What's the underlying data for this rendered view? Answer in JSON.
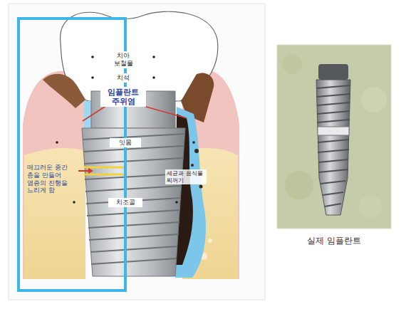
{
  "diagram": {
    "caption": "실제 임플란트",
    "labels": [
      "치아 보철물",
      "치석",
      "임플란트 주위염",
      "잇몸",
      "매끄러운 중간 층을 만들어 염증의 진행을 느리게 함",
      "세균과 음식물 찌꺼기",
      "치조골"
    ]
  }
}
